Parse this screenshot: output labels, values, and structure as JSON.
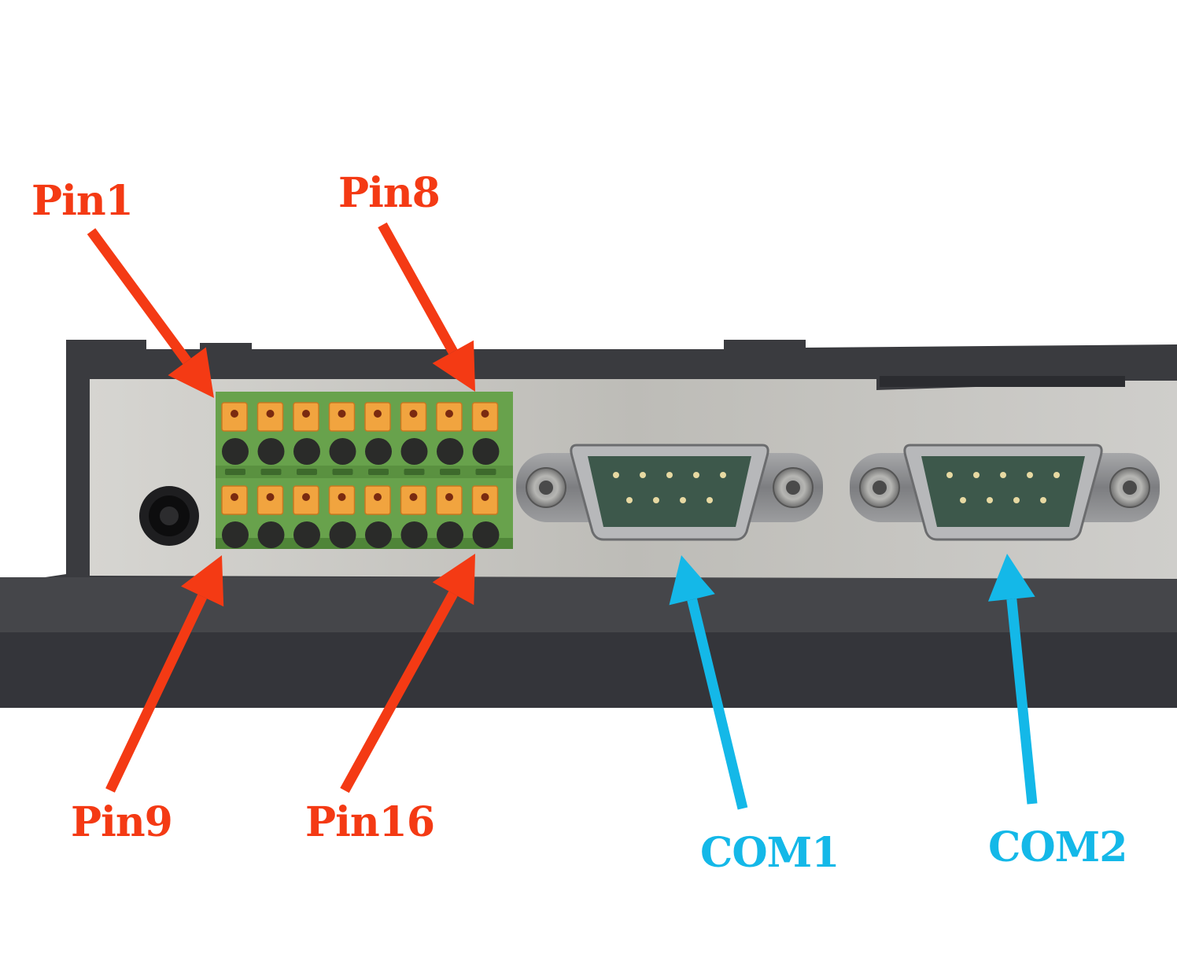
{
  "labels": {
    "pin1": "Pin1",
    "pin8": "Pin8",
    "pin9": "Pin9",
    "pin16": "Pin16",
    "com1": "COM1",
    "com2": "COM2"
  },
  "colors": {
    "pin_label": "#f43a14",
    "com_label": "#14b8e8",
    "housing": "#3b3c40",
    "panel": "#c9c8c4",
    "terminal_block": "#6aa84f",
    "pin_latch": "#f0a040",
    "db9_shell": "#8a8a8c",
    "db9_insert": "#3e5a4c"
  },
  "terminal_block": {
    "rows": 2,
    "pins_per_row": 8
  },
  "serial_ports": {
    "count": 2,
    "pins": 9
  }
}
